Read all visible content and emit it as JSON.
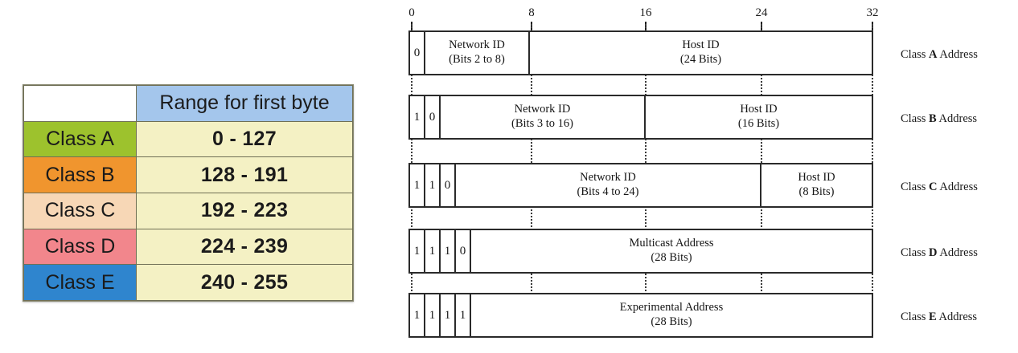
{
  "table": {
    "header": {
      "blank": "",
      "range": "Range for first byte"
    },
    "rows": [
      {
        "label": "Class A",
        "range": "0 - 127",
        "color": "#9dc22d"
      },
      {
        "label": "Class B",
        "range": "128 - 191",
        "color": "#f0952e"
      },
      {
        "label": "Class C",
        "range": "192 - 223",
        "color": "#f7d7b6"
      },
      {
        "label": "Class D",
        "range": "224 - 239",
        "color": "#f2868c"
      },
      {
        "label": "Class E",
        "range": "240 - 255",
        "color": "#2f85ce"
      }
    ]
  },
  "diagram": {
    "ruler": {
      "ticks": [
        "0",
        "8",
        "16",
        "24",
        "32"
      ]
    },
    "rows": [
      {
        "label_prefix": "Class ",
        "label_letter": "A",
        "label_suffix": " Address",
        "bits": [
          "0"
        ],
        "fields": [
          {
            "name": "Network ID",
            "bits": "(Bits 2 to 8)"
          },
          {
            "name": "Host ID",
            "bits": "(24 Bits)"
          }
        ]
      },
      {
        "label_prefix": "Class ",
        "label_letter": "B",
        "label_suffix": " Address",
        "bits": [
          "1",
          "0"
        ],
        "fields": [
          {
            "name": "Network ID",
            "bits": "(Bits 3 to 16)"
          },
          {
            "name": "Host ID",
            "bits": "(16 Bits)"
          }
        ]
      },
      {
        "label_prefix": "Class ",
        "label_letter": "C",
        "label_suffix": " Address",
        "bits": [
          "1",
          "1",
          "0"
        ],
        "fields": [
          {
            "name": "Network ID",
            "bits": "(Bits 4 to 24)"
          },
          {
            "name": "Host ID",
            "bits": "(8 Bits)"
          }
        ]
      },
      {
        "label_prefix": "Class ",
        "label_letter": "D",
        "label_suffix": " Address",
        "bits": [
          "1",
          "1",
          "1",
          "0"
        ],
        "fields": [
          {
            "name": "Multicast Address",
            "bits": "(28 Bits)"
          }
        ]
      },
      {
        "label_prefix": "Class ",
        "label_letter": "E",
        "label_suffix": " Address",
        "bits": [
          "1",
          "1",
          "1",
          "1"
        ],
        "fields": [
          {
            "name": "Experimental Address",
            "bits": "(28 Bits)"
          }
        ]
      }
    ]
  },
  "colors": {
    "header_blue": "#a4c6ec",
    "value_cream": "#f4f1c4",
    "ink": "#1a1a1a"
  }
}
